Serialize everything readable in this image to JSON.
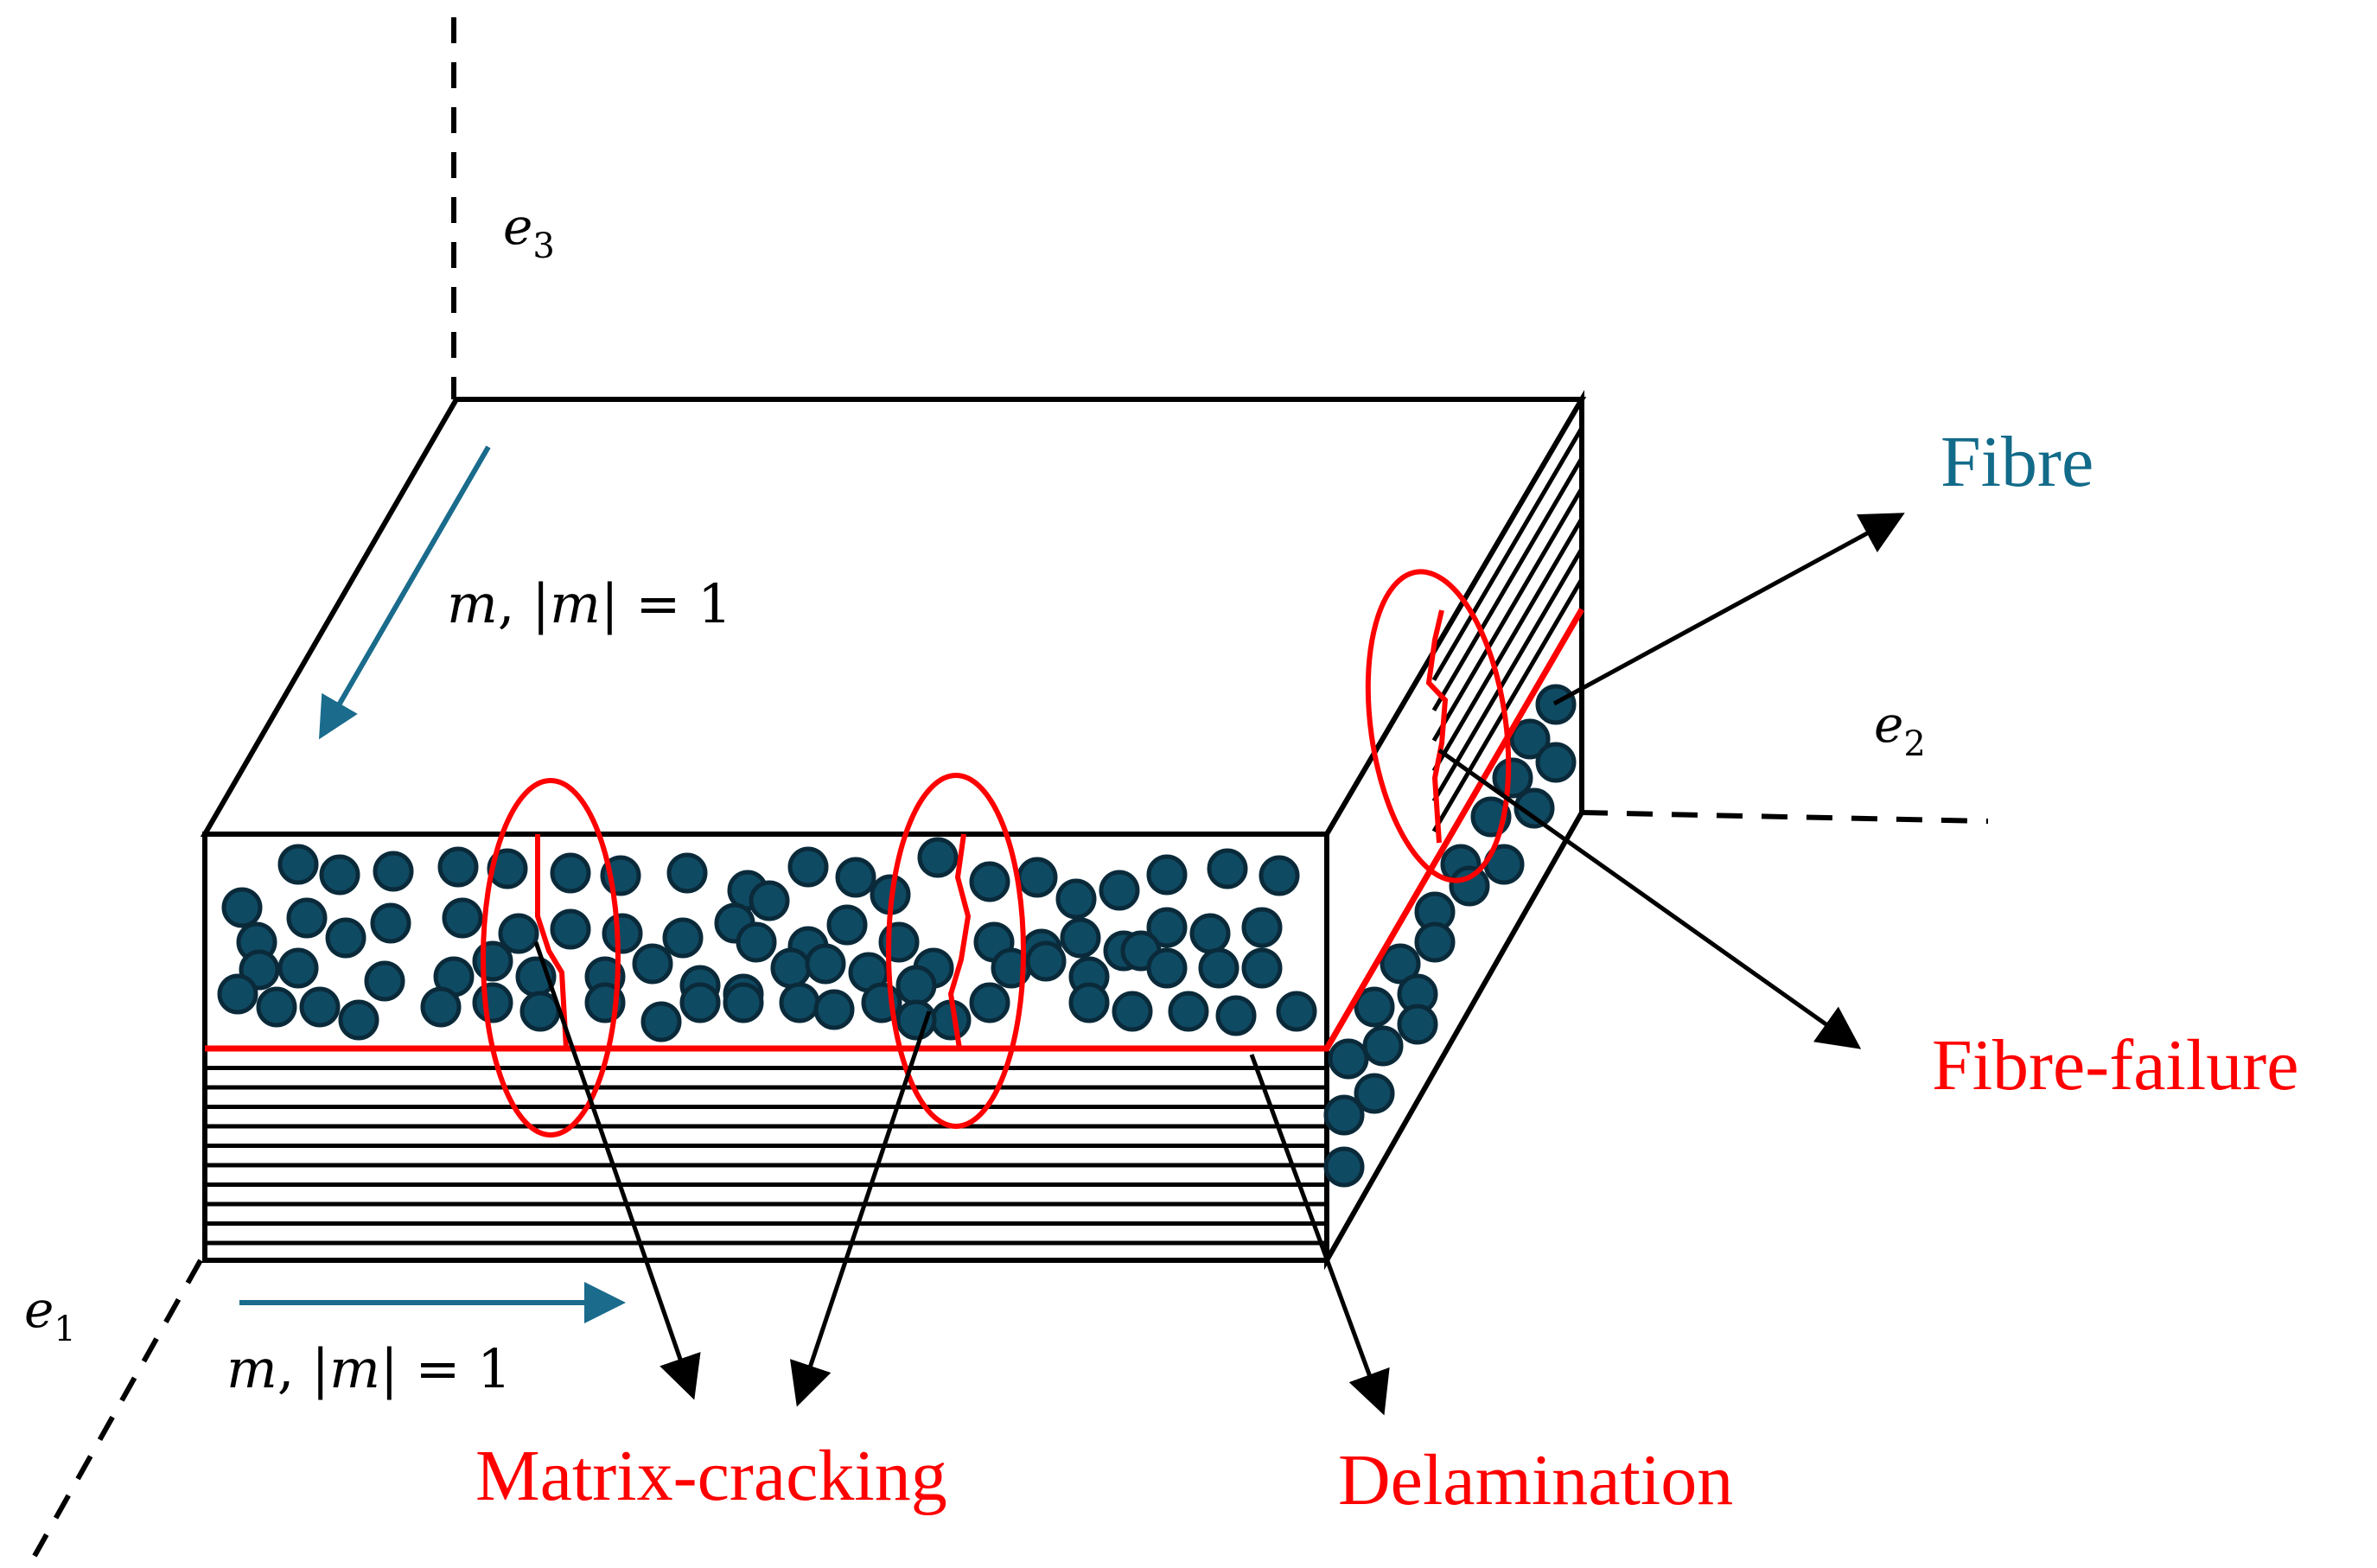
{
  "axes": {
    "e1": {
      "base": "e",
      "sub": "1"
    },
    "e2": {
      "base": "e",
      "sub": "2"
    },
    "e3": {
      "base": "e",
      "sub": "3"
    }
  },
  "direction_labels": {
    "top": {
      "var": "m",
      "rest": ", |",
      "var2": "m",
      "rest2": "| = 1"
    },
    "front": {
      "var": "m",
      "rest": ", |",
      "var2": "m",
      "rest2": "| = 1"
    }
  },
  "annotations": {
    "fibre": "Fibre",
    "fibre_failure": "Fibre-failure",
    "matrix_cracking": "Matrix-cracking",
    "delamination": "Delamination"
  },
  "colors": {
    "fibre": "#0f4a63",
    "fibre_stroke": "#0a2a3a",
    "damage": "#ff0000",
    "direction_arrow": "#1a6b8c",
    "outline": "#000000"
  }
}
